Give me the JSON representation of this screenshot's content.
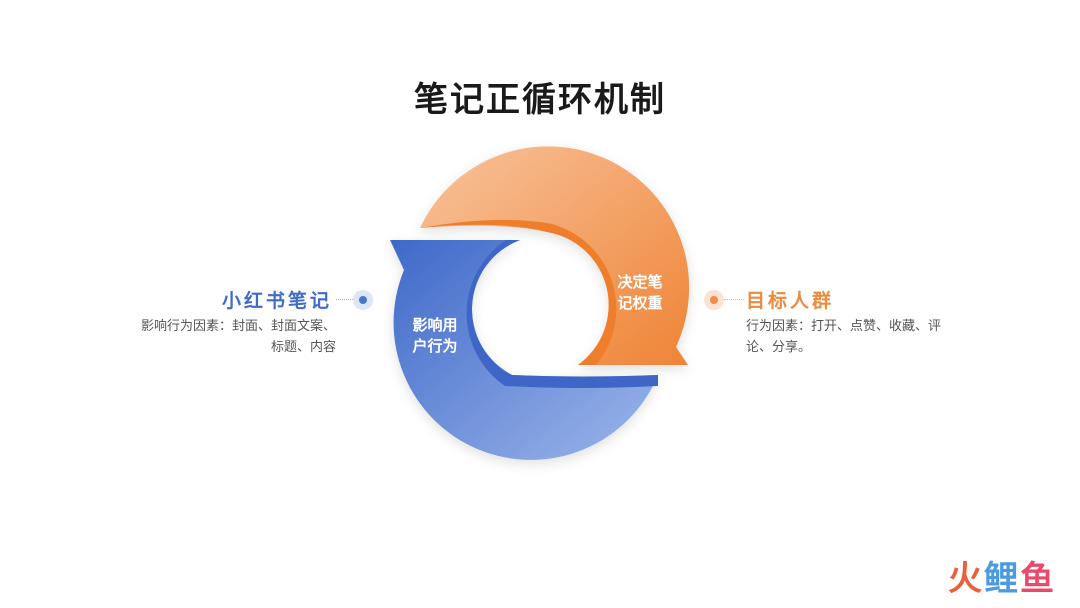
{
  "title": "笔记正循环机制",
  "cycle": {
    "right_arc_label_line1": "决定笔",
    "right_arc_label_line2": "记权重",
    "left_arc_label_line1": "影响用",
    "left_arc_label_line2": "户行为"
  },
  "left_node": {
    "title": "小红书笔记",
    "desc_line1": "影响行为因素：封面、封面文案、",
    "desc_line2": "标题、内容"
  },
  "right_node": {
    "title": "目标人群",
    "desc_line1": "行为因素：打开、点赞、收藏、评",
    "desc_line2": "论、分享。"
  },
  "watermark": {
    "part1": "火",
    "part2": "鲤",
    "part3": "鱼"
  },
  "colors": {
    "orange": "#ef8b3e",
    "orange_light": "#f6b488",
    "blue": "#3f6cc6",
    "blue_light": "#93aee7"
  }
}
